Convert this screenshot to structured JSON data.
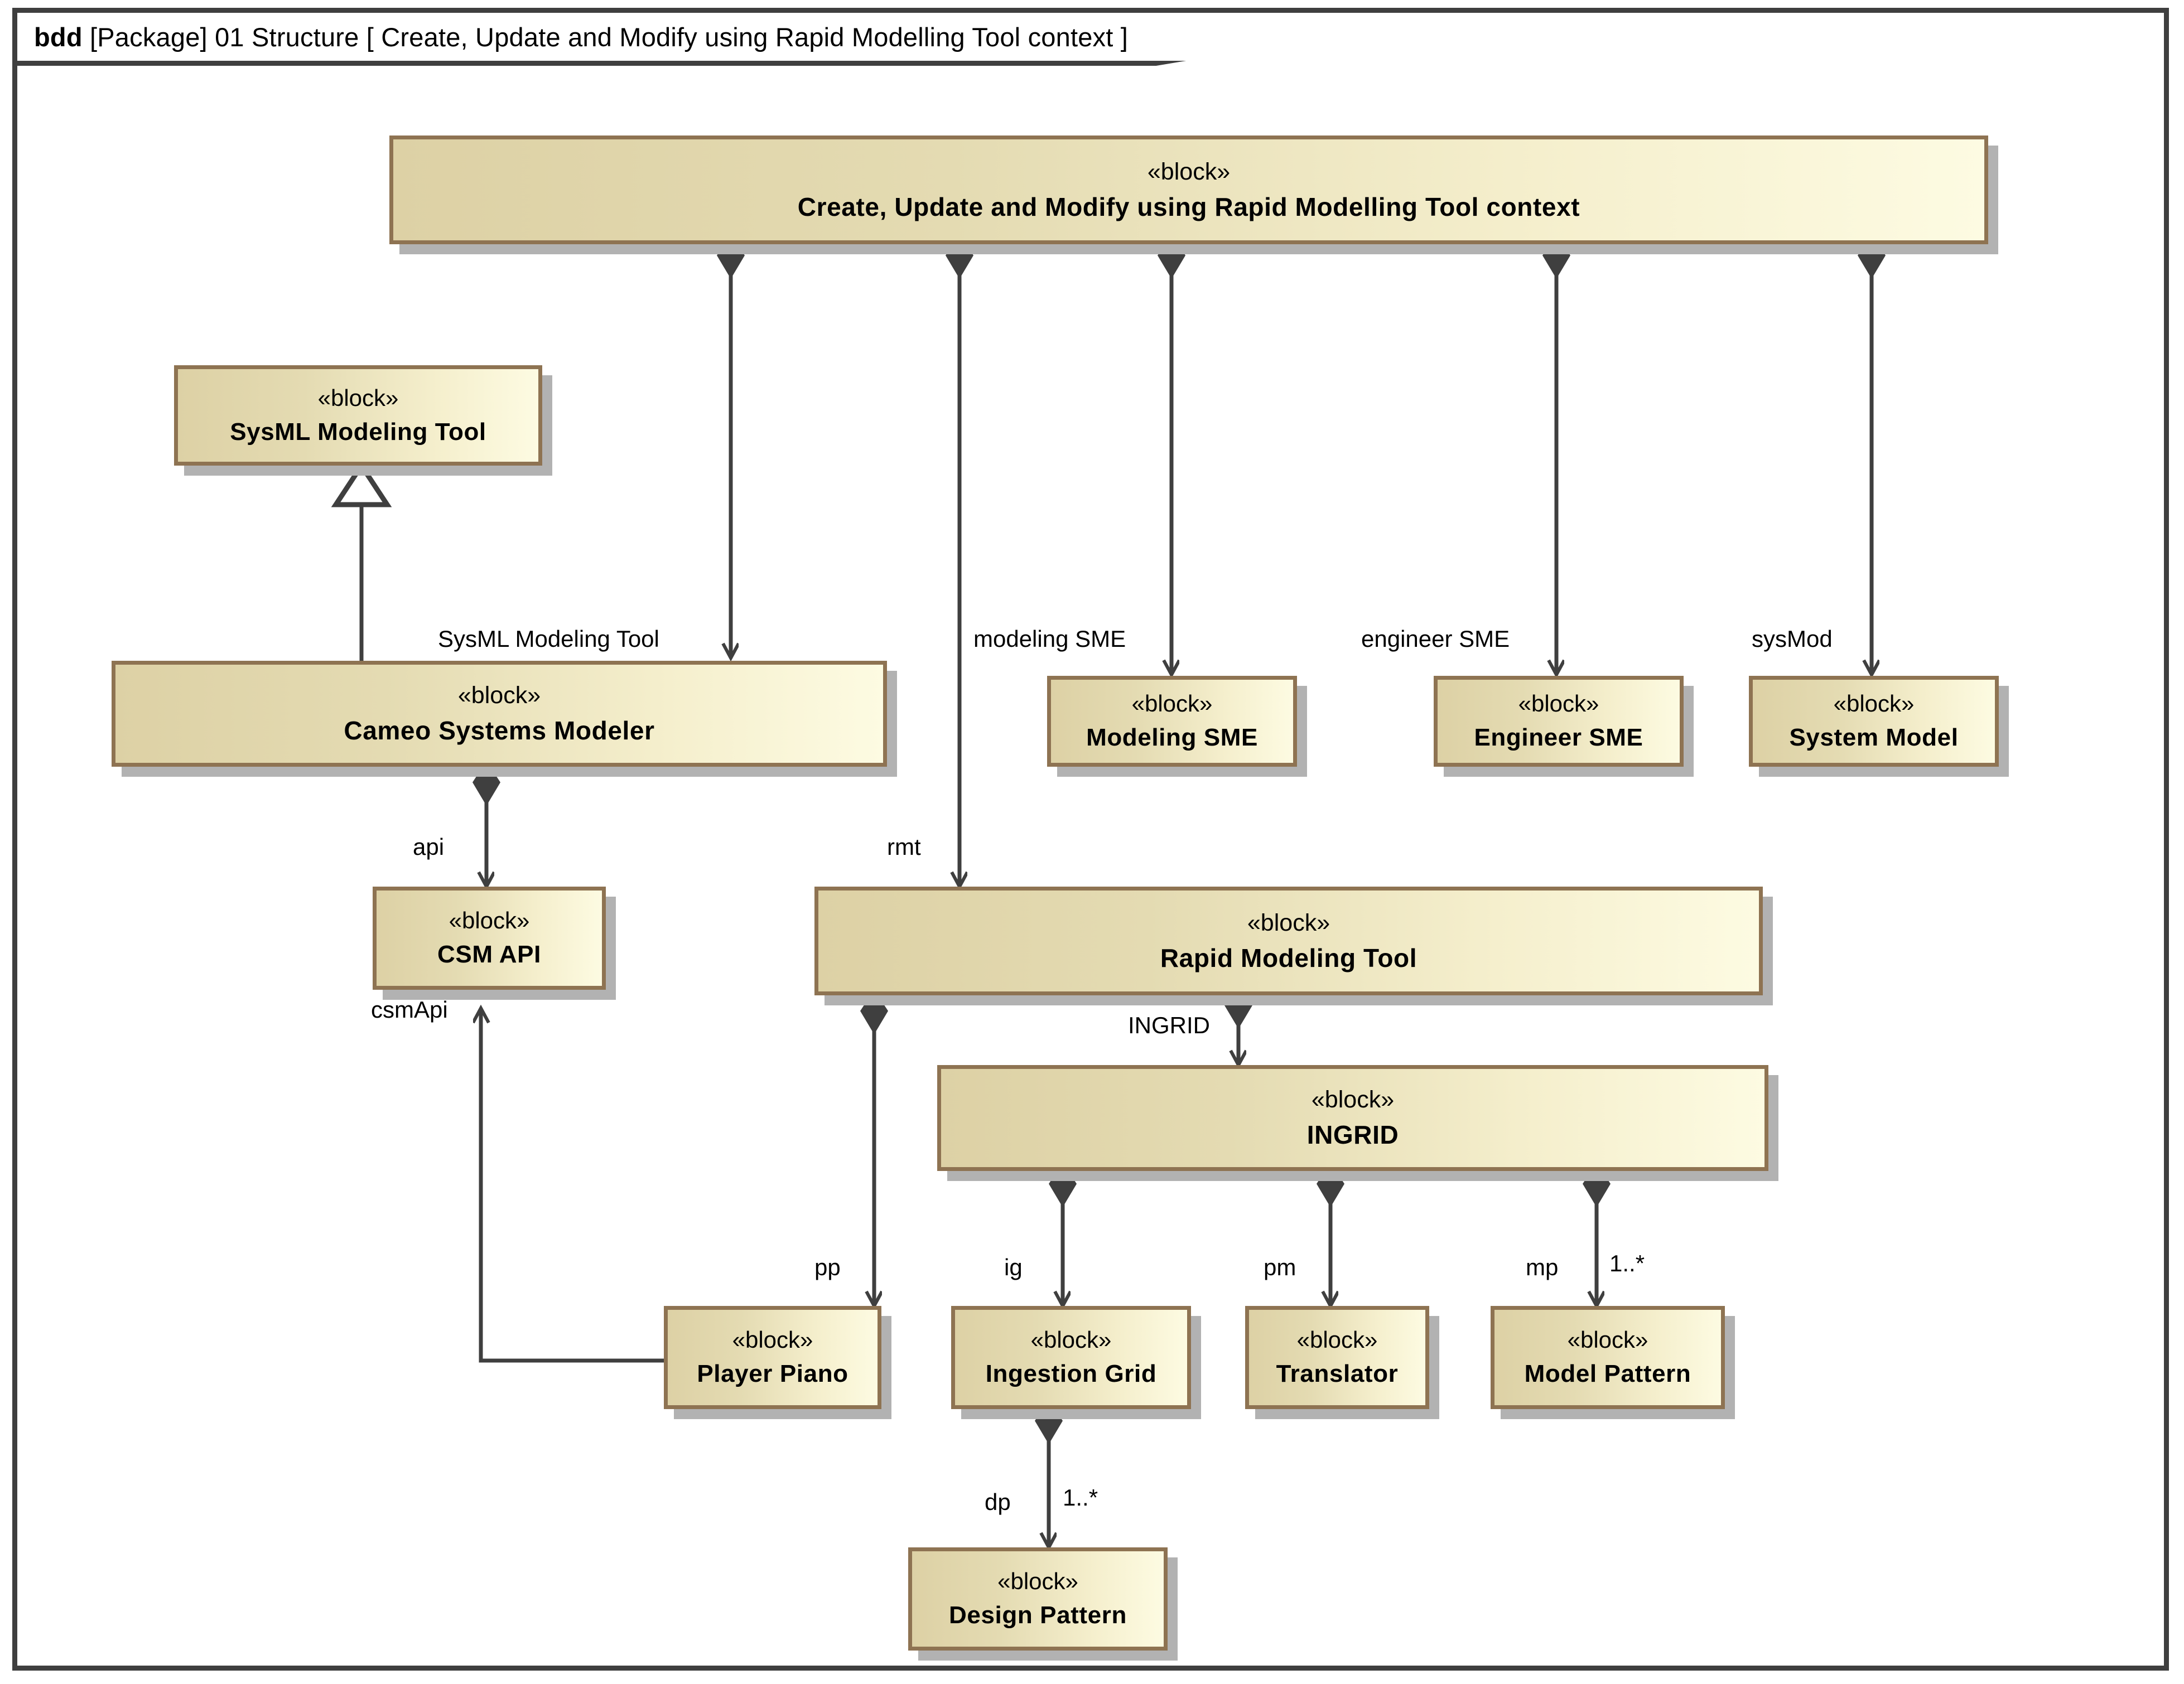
{
  "diagram": {
    "kind": "bdd",
    "frame_header_prefix": "bdd",
    "frame_header_rest": " [Package] 01 Structure [ Create, Update and Modify using Rapid Modelling Tool context ]",
    "stereotype": "«block»",
    "colors": {
      "block_border": "#8e7352",
      "block_fill_left": "#ddd1a5",
      "block_fill_right": "#fdfbe2",
      "block_shadow": "#b2b2b2",
      "frame_border": "#3f3f3f",
      "connector": "#3f3f3f",
      "background": "#ffffff"
    }
  },
  "blocks": [
    {
      "id": "context",
      "stereotype": "«block»",
      "name": "Create, Update and Modify using Rapid Modelling Tool context"
    },
    {
      "id": "sysmltool",
      "stereotype": "«block»",
      "name": "SysML Modeling Tool"
    },
    {
      "id": "cameo",
      "stereotype": "«block»",
      "name": "Cameo Systems Modeler"
    },
    {
      "id": "modsme",
      "stereotype": "«block»",
      "name": "Modeling SME"
    },
    {
      "id": "engsme",
      "stereotype": "«block»",
      "name": "Engineer SME"
    },
    {
      "id": "sysmodel",
      "stereotype": "«block»",
      "name": "System Model"
    },
    {
      "id": "csmapi",
      "stereotype": "«block»",
      "name": "CSM API"
    },
    {
      "id": "rmt",
      "stereotype": "«block»",
      "name": "Rapid Modeling Tool"
    },
    {
      "id": "ingrid",
      "stereotype": "«block»",
      "name": "INGRID"
    },
    {
      "id": "playerpiano",
      "stereotype": "«block»",
      "name": "Player Piano"
    },
    {
      "id": "ingestiongrid",
      "stereotype": "«block»",
      "name": "Ingestion Grid"
    },
    {
      "id": "translator",
      "stereotype": "«block»",
      "name": "Translator"
    },
    {
      "id": "modelpattern",
      "stereotype": "«block»",
      "name": "Model Pattern"
    },
    {
      "id": "designpattern",
      "stereotype": "«block»",
      "name": "Design Pattern"
    }
  ],
  "relationships": [
    {
      "from": "context",
      "to": "cameo",
      "type": "composition",
      "role": "SysML Modeling Tool",
      "multiplicity": ""
    },
    {
      "from": "context",
      "to": "rmt",
      "type": "composition",
      "role": "rmt",
      "multiplicity": ""
    },
    {
      "from": "context",
      "to": "modsme",
      "type": "composition",
      "role": "modeling SME",
      "multiplicity": ""
    },
    {
      "from": "context",
      "to": "engsme",
      "type": "composition",
      "role": "engineer SME",
      "multiplicity": ""
    },
    {
      "from": "context",
      "to": "sysmodel",
      "type": "composition",
      "role": "sysMod",
      "multiplicity": ""
    },
    {
      "from": "cameo",
      "to": "sysmltool",
      "type": "generalization",
      "role": "",
      "multiplicity": ""
    },
    {
      "from": "cameo",
      "to": "csmapi",
      "type": "composition",
      "role": "api",
      "multiplicity": ""
    },
    {
      "from": "playerpiano",
      "to": "csmapi",
      "type": "composition",
      "role": "csmApi",
      "multiplicity": ""
    },
    {
      "from": "rmt",
      "to": "ingrid",
      "type": "composition",
      "role": "INGRID",
      "multiplicity": ""
    },
    {
      "from": "rmt",
      "to": "playerpiano",
      "type": "composition",
      "role": "pp",
      "multiplicity": ""
    },
    {
      "from": "ingrid",
      "to": "ingestiongrid",
      "type": "composition",
      "role": "ig",
      "multiplicity": ""
    },
    {
      "from": "ingrid",
      "to": "translator",
      "type": "composition",
      "role": "pm",
      "multiplicity": ""
    },
    {
      "from": "ingrid",
      "to": "modelpattern",
      "type": "composition",
      "role": "mp",
      "multiplicity": "1..*"
    },
    {
      "from": "ingestiongrid",
      "to": "designpattern",
      "type": "composition",
      "role": "dp",
      "multiplicity": "1..*"
    }
  ],
  "edge_labels": {
    "sysml_modeling_tool": "SysML Modeling Tool",
    "modeling_sme": "modeling SME",
    "engineer_sme": "engineer SME",
    "sys_mod": "sysMod",
    "api": "api",
    "csm_api": "csmApi",
    "rmt": "rmt",
    "ingrid": "INGRID",
    "pp": "pp",
    "ig": "ig",
    "pm": "pm",
    "mp": "mp",
    "mp_mult": "1..*",
    "dp": "dp",
    "dp_mult": "1..*"
  }
}
